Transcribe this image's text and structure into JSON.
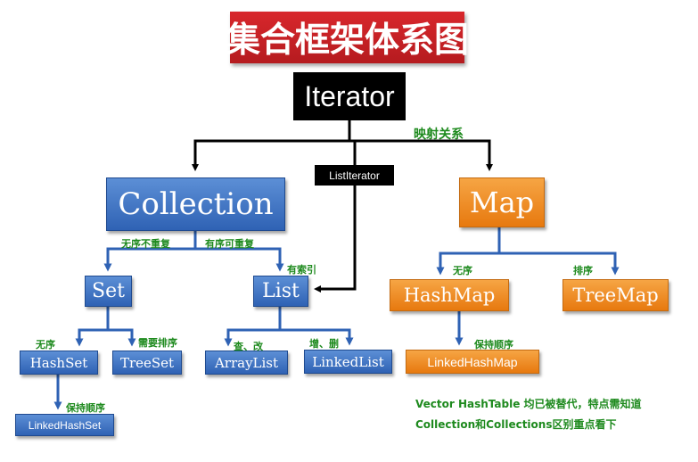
{
  "title": "集合框架体系图",
  "nodes": {
    "iterator": "Iterator",
    "list_iterator": "ListIterator",
    "collection": "Collection",
    "map": "Map",
    "set": "Set",
    "list": "List",
    "hashmap": "HashMap",
    "treemap": "TreeMap",
    "hashset": "HashSet",
    "treeset": "TreeSet",
    "arraylist": "ArrayList",
    "linkedlist": "LinkedList",
    "linkedhashset": "LinkedHashSet",
    "linkedhashmap": "LinkedHashMap"
  },
  "labels": {
    "mapping": "映射关系",
    "unordered_unique": "无序不重复",
    "ordered_repeatable": "有序可重复",
    "has_index": "有索引",
    "unordered_set": "无序",
    "needs_sort": "需要排序",
    "unordered_map": "无序",
    "sorted_map": "排序",
    "query_modify": "查、改",
    "add_delete": "增、删",
    "keep_order_set": "保持顺序",
    "keep_order_map": "保持顺序"
  },
  "notes": {
    "line1": "Vector HashTable 均已被替代，特点需知道",
    "line2": "Collection和Collections区别重点看下"
  },
  "colors": {
    "title_red": "#c8232a",
    "blue_node": "#3a6fc2",
    "orange_node": "#f08a1c",
    "label_green": "#1e8a1e",
    "black_node": "#000000"
  }
}
